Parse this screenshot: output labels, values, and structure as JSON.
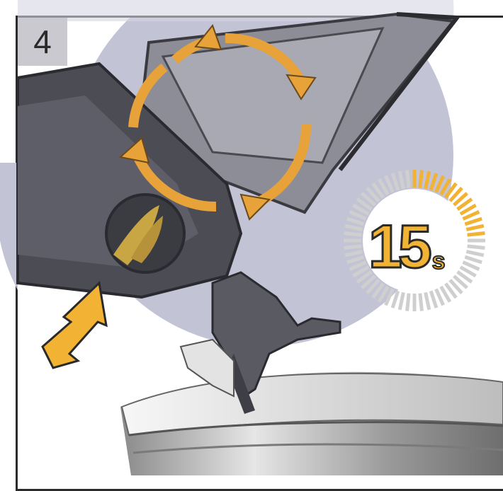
{
  "step": {
    "number": "4"
  },
  "timer": {
    "value": "15",
    "unit": "s",
    "fraction_complete": 0.25
  },
  "icons": {
    "rotate": "rotate-arrows-icon",
    "pointer": "pointer-arrow-icon",
    "timer": "timer-ring-icon"
  },
  "colors": {
    "accent_orange": "#e8a23a",
    "timer_yellow": "#f2b233",
    "background_circle": "#b9b9cf",
    "frame": "#2b2b2b",
    "device": "#4a4a52"
  }
}
